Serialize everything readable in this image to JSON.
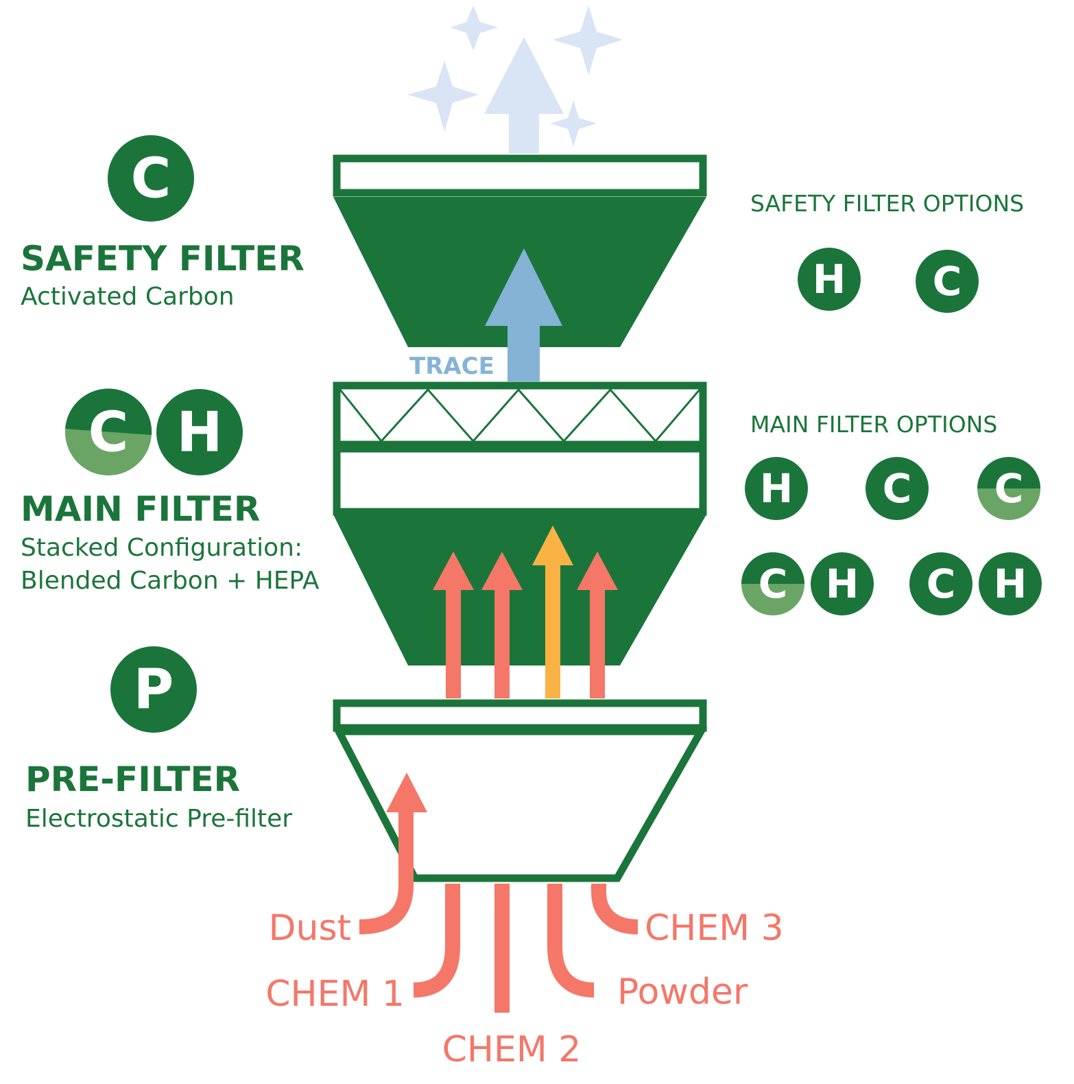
{
  "colors": {
    "green": "#1b753b",
    "light_green": "#6aa565",
    "salmon": "#f47768",
    "orange": "#fbb244",
    "blue": "#84b3d6",
    "pale_blue": "#d9e5f5",
    "white": "#ffffff"
  },
  "icons": {
    "clean_air": "sparkle-icon",
    "flow": "up-arrow-icon",
    "badge": "filter-badge-icon"
  },
  "safety": {
    "badge": "C",
    "title": "SAFETY FILTER",
    "subtitle": "Activated Carbon",
    "options_title": "SAFETY FILTER OPTIONS",
    "options": [
      "H",
      "C"
    ]
  },
  "main": {
    "badge_blended": "C",
    "badge_hepa": "H",
    "title": "MAIN FILTER",
    "subtitle_line1": "Stacked Configuration:",
    "subtitle_line2": "Blended Carbon + HEPA",
    "options_title": "MAIN FILTER OPTIONS",
    "options_row1": [
      "H",
      "C",
      "C"
    ],
    "options_row2_pair1": [
      "C",
      "H"
    ],
    "options_row2_pair2": [
      "C",
      "H"
    ]
  },
  "pre": {
    "badge": "P",
    "title": "PRE-FILTER",
    "subtitle": "Electrostatic Pre-filter"
  },
  "trace_label": "TRACE",
  "inputs": {
    "dust": "Dust",
    "chem1": "CHEM 1",
    "chem2": "CHEM 2",
    "chem3": "CHEM 3",
    "powder": "Powder"
  }
}
